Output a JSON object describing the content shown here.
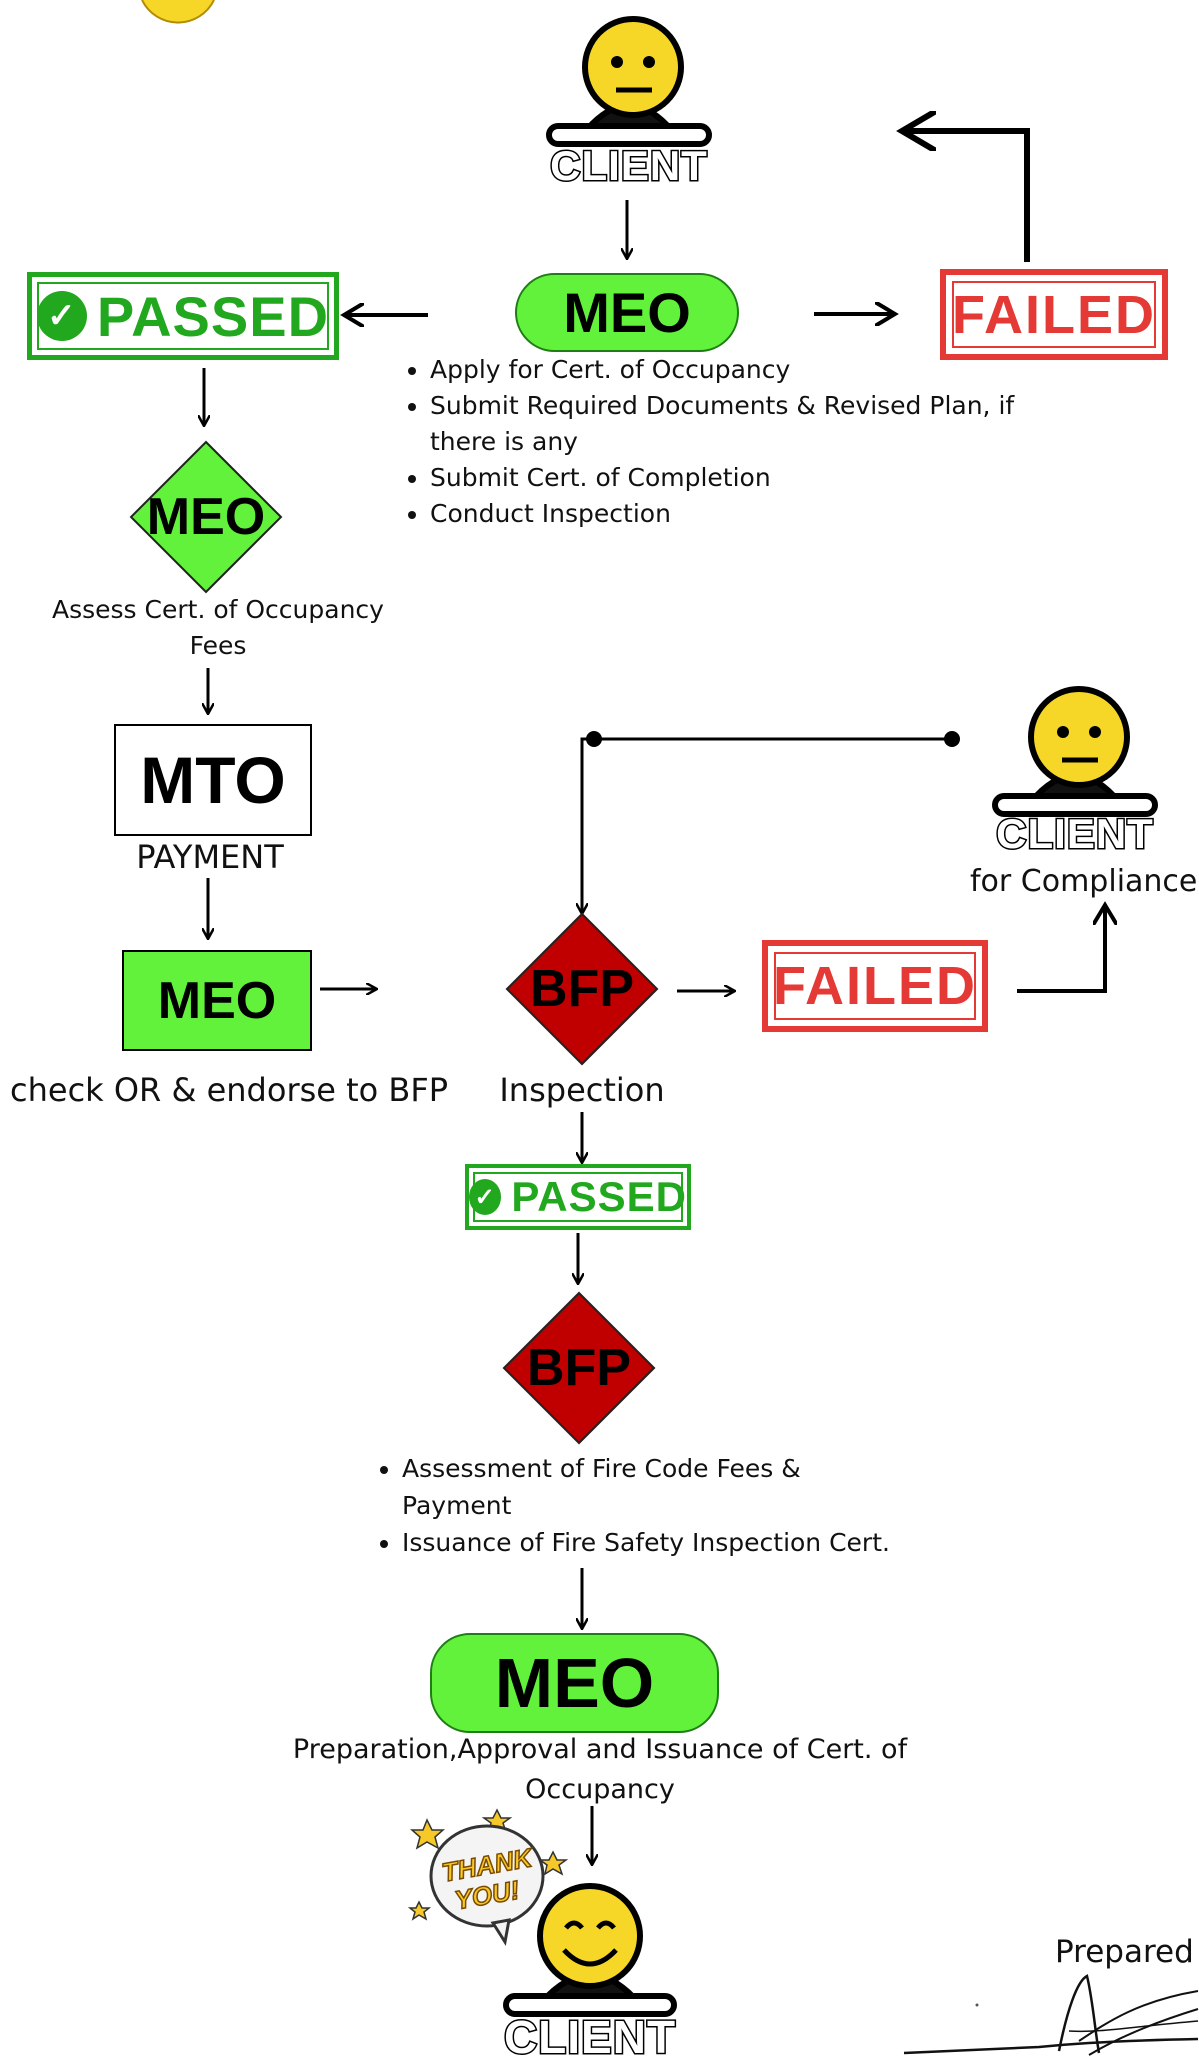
{
  "client_top": {
    "label": "CLIENT"
  },
  "meo_top": {
    "label": "MEO",
    "steps": [
      "Apply for Cert. of Occupancy",
      "Submit Required Documents & Revised Plan, if there is any",
      "Submit Cert. of Completion",
      "Conduct Inspection"
    ]
  },
  "passed_top": {
    "label": "PASSED"
  },
  "failed_top": {
    "label": "FAILED"
  },
  "meo_assess": {
    "label": "MEO",
    "caption": "Assess Cert. of Occupancy Fees"
  },
  "mto": {
    "label": "MTO",
    "caption": "PAYMENT"
  },
  "meo_check": {
    "label": "MEO",
    "caption": "check OR & endorse to BFP"
  },
  "bfp_inspection": {
    "label": "BFP",
    "caption": "Inspection"
  },
  "failed_mid": {
    "label": "FAILED"
  },
  "client_compliance": {
    "label": "CLIENT",
    "caption": "for Compliance"
  },
  "passed_mid": {
    "label": "PASSED"
  },
  "bfp_fees": {
    "label": "BFP",
    "steps": [
      "Assessment of Fire Code Fees & Payment",
      "Issuance of Fire Safety Inspection Cert."
    ]
  },
  "meo_final": {
    "label": "MEO",
    "caption": "Preparation,Approval and Issuance of Cert. of Occupancy"
  },
  "thank_you": {
    "line1": "THANK",
    "line2": "YOU!"
  },
  "client_bottom": {
    "label": "CLIENT"
  },
  "prepared": {
    "label": "Prepared"
  },
  "colors": {
    "meo_green": "#63f23c",
    "bfp_red": "#c00000",
    "passed_green": "#22a81e",
    "failed_red": "#e53935",
    "face_yellow": "#f6d728"
  }
}
